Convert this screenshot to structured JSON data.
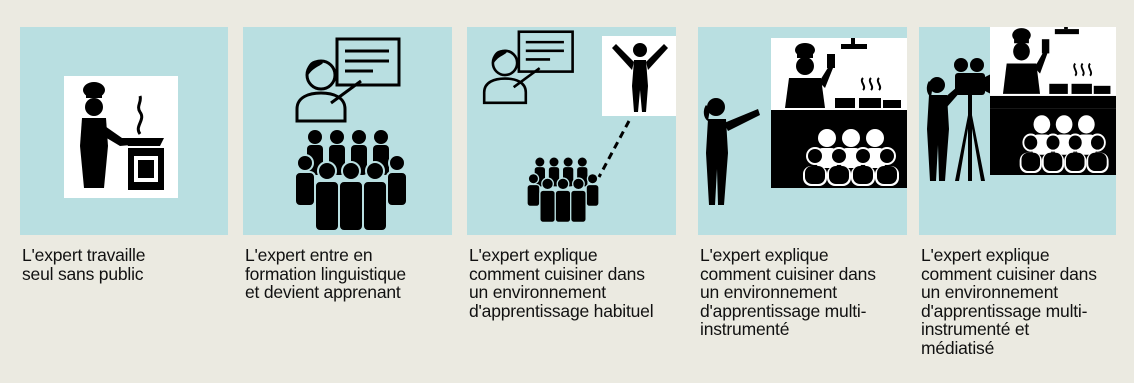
{
  "colors": {
    "background": "#ebeae1",
    "panel": "#b9dfe1",
    "figure": "#000000",
    "inset": "#ffffff"
  },
  "panels": [
    {
      "icons": [
        "chef-cooking-icon"
      ],
      "caption": [
        "L'expert travaille",
        "seul sans public"
      ]
    },
    {
      "icons": [
        "teacher-at-board-icon",
        "audience-group-icon"
      ],
      "caption": [
        "L'expert entre en",
        "formation linguistique",
        "et devient apprenant"
      ]
    },
    {
      "icons": [
        "teacher-at-board-icon",
        "group-icon",
        "excited-person-icon"
      ],
      "caption": [
        "L'expert explique",
        "comment cuisiner dans",
        "un environnement",
        "d'apprentissage habituel"
      ]
    },
    {
      "icons": [
        "pointing-person-icon",
        "tv-cooking-show-icon"
      ],
      "caption": [
        "L'expert explique",
        "comment cuisiner dans",
        "un environnement",
        "d'apprentissage multi-",
        "instrumenté"
      ]
    },
    {
      "icons": [
        "camera-operator-icon",
        "tv-cooking-show-icon"
      ],
      "caption": [
        "L'expert explique",
        "comment cuisiner dans",
        "un environnement",
        "d'apprentissage multi-",
        "instrumenté et",
        "médiatisé"
      ]
    }
  ]
}
